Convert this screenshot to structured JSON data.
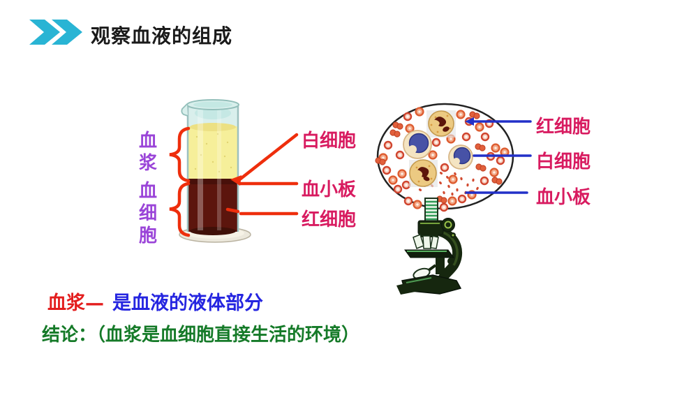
{
  "slide": {
    "title": "观察血液的组成",
    "accent_color": "#29b4d4"
  },
  "tube_diagram": {
    "bracket_labels": [
      "血浆",
      "血细胞"
    ],
    "bracket_label_color": "#9a44d8",
    "bracket_color": "#ee2e0c",
    "pointer_labels": [
      "白细胞",
      "血小板",
      "红细胞"
    ],
    "pointer_label_color": "#d81b60",
    "pointer_line_color": "#ee2e0c",
    "plasma_color": "#f6ef9a",
    "blood_cell_layer_color": "#5c150d"
  },
  "micro_diagram": {
    "pointer_labels": [
      "红细胞",
      "白细胞",
      "血小板"
    ],
    "pointer_label_color": "#d81b60",
    "pointer_line_color": "#2230c8"
  },
  "notes": {
    "line1_term": "血浆—",
    "line1_term_color": "#e31e1e",
    "line1_rest": "是血液的液体部分",
    "line1_rest_color": "#2525e0",
    "line2": "结论：（血浆是血细胞直接生活的环境）",
    "line2_color": "#157a28"
  }
}
